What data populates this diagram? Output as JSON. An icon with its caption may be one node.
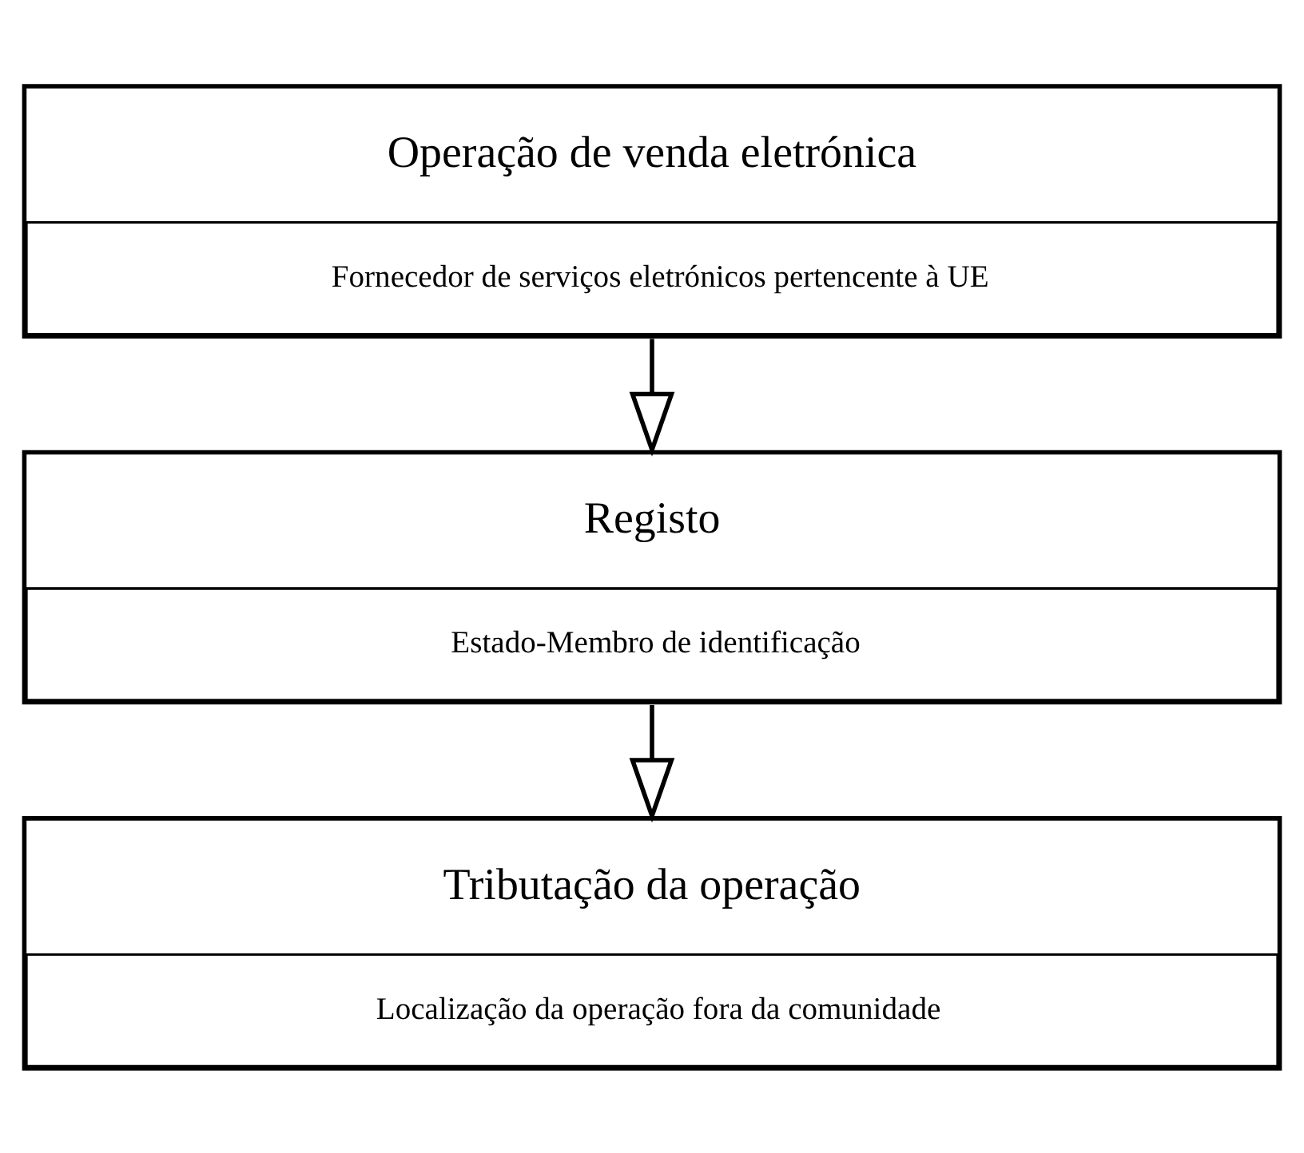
{
  "diagram": {
    "nodes": [
      {
        "text": [
          "Operação de venda eletrónica",
          "Fornecedor de serviços eletrónicos pertencente à UE"
        ]
      },
      {
        "text": [
          "Registo",
          "Estado-Membro de identificação"
        ]
      },
      {
        "text": [
          "Tributação da operação",
          "Localização da operação fora da comunidade"
        ]
      }
    ],
    "edges": [
      {
        "from": 0,
        "to": 1,
        "arrow": "to"
      },
      {
        "from": 1,
        "to": 2,
        "arrow": "to"
      }
    ]
  }
}
